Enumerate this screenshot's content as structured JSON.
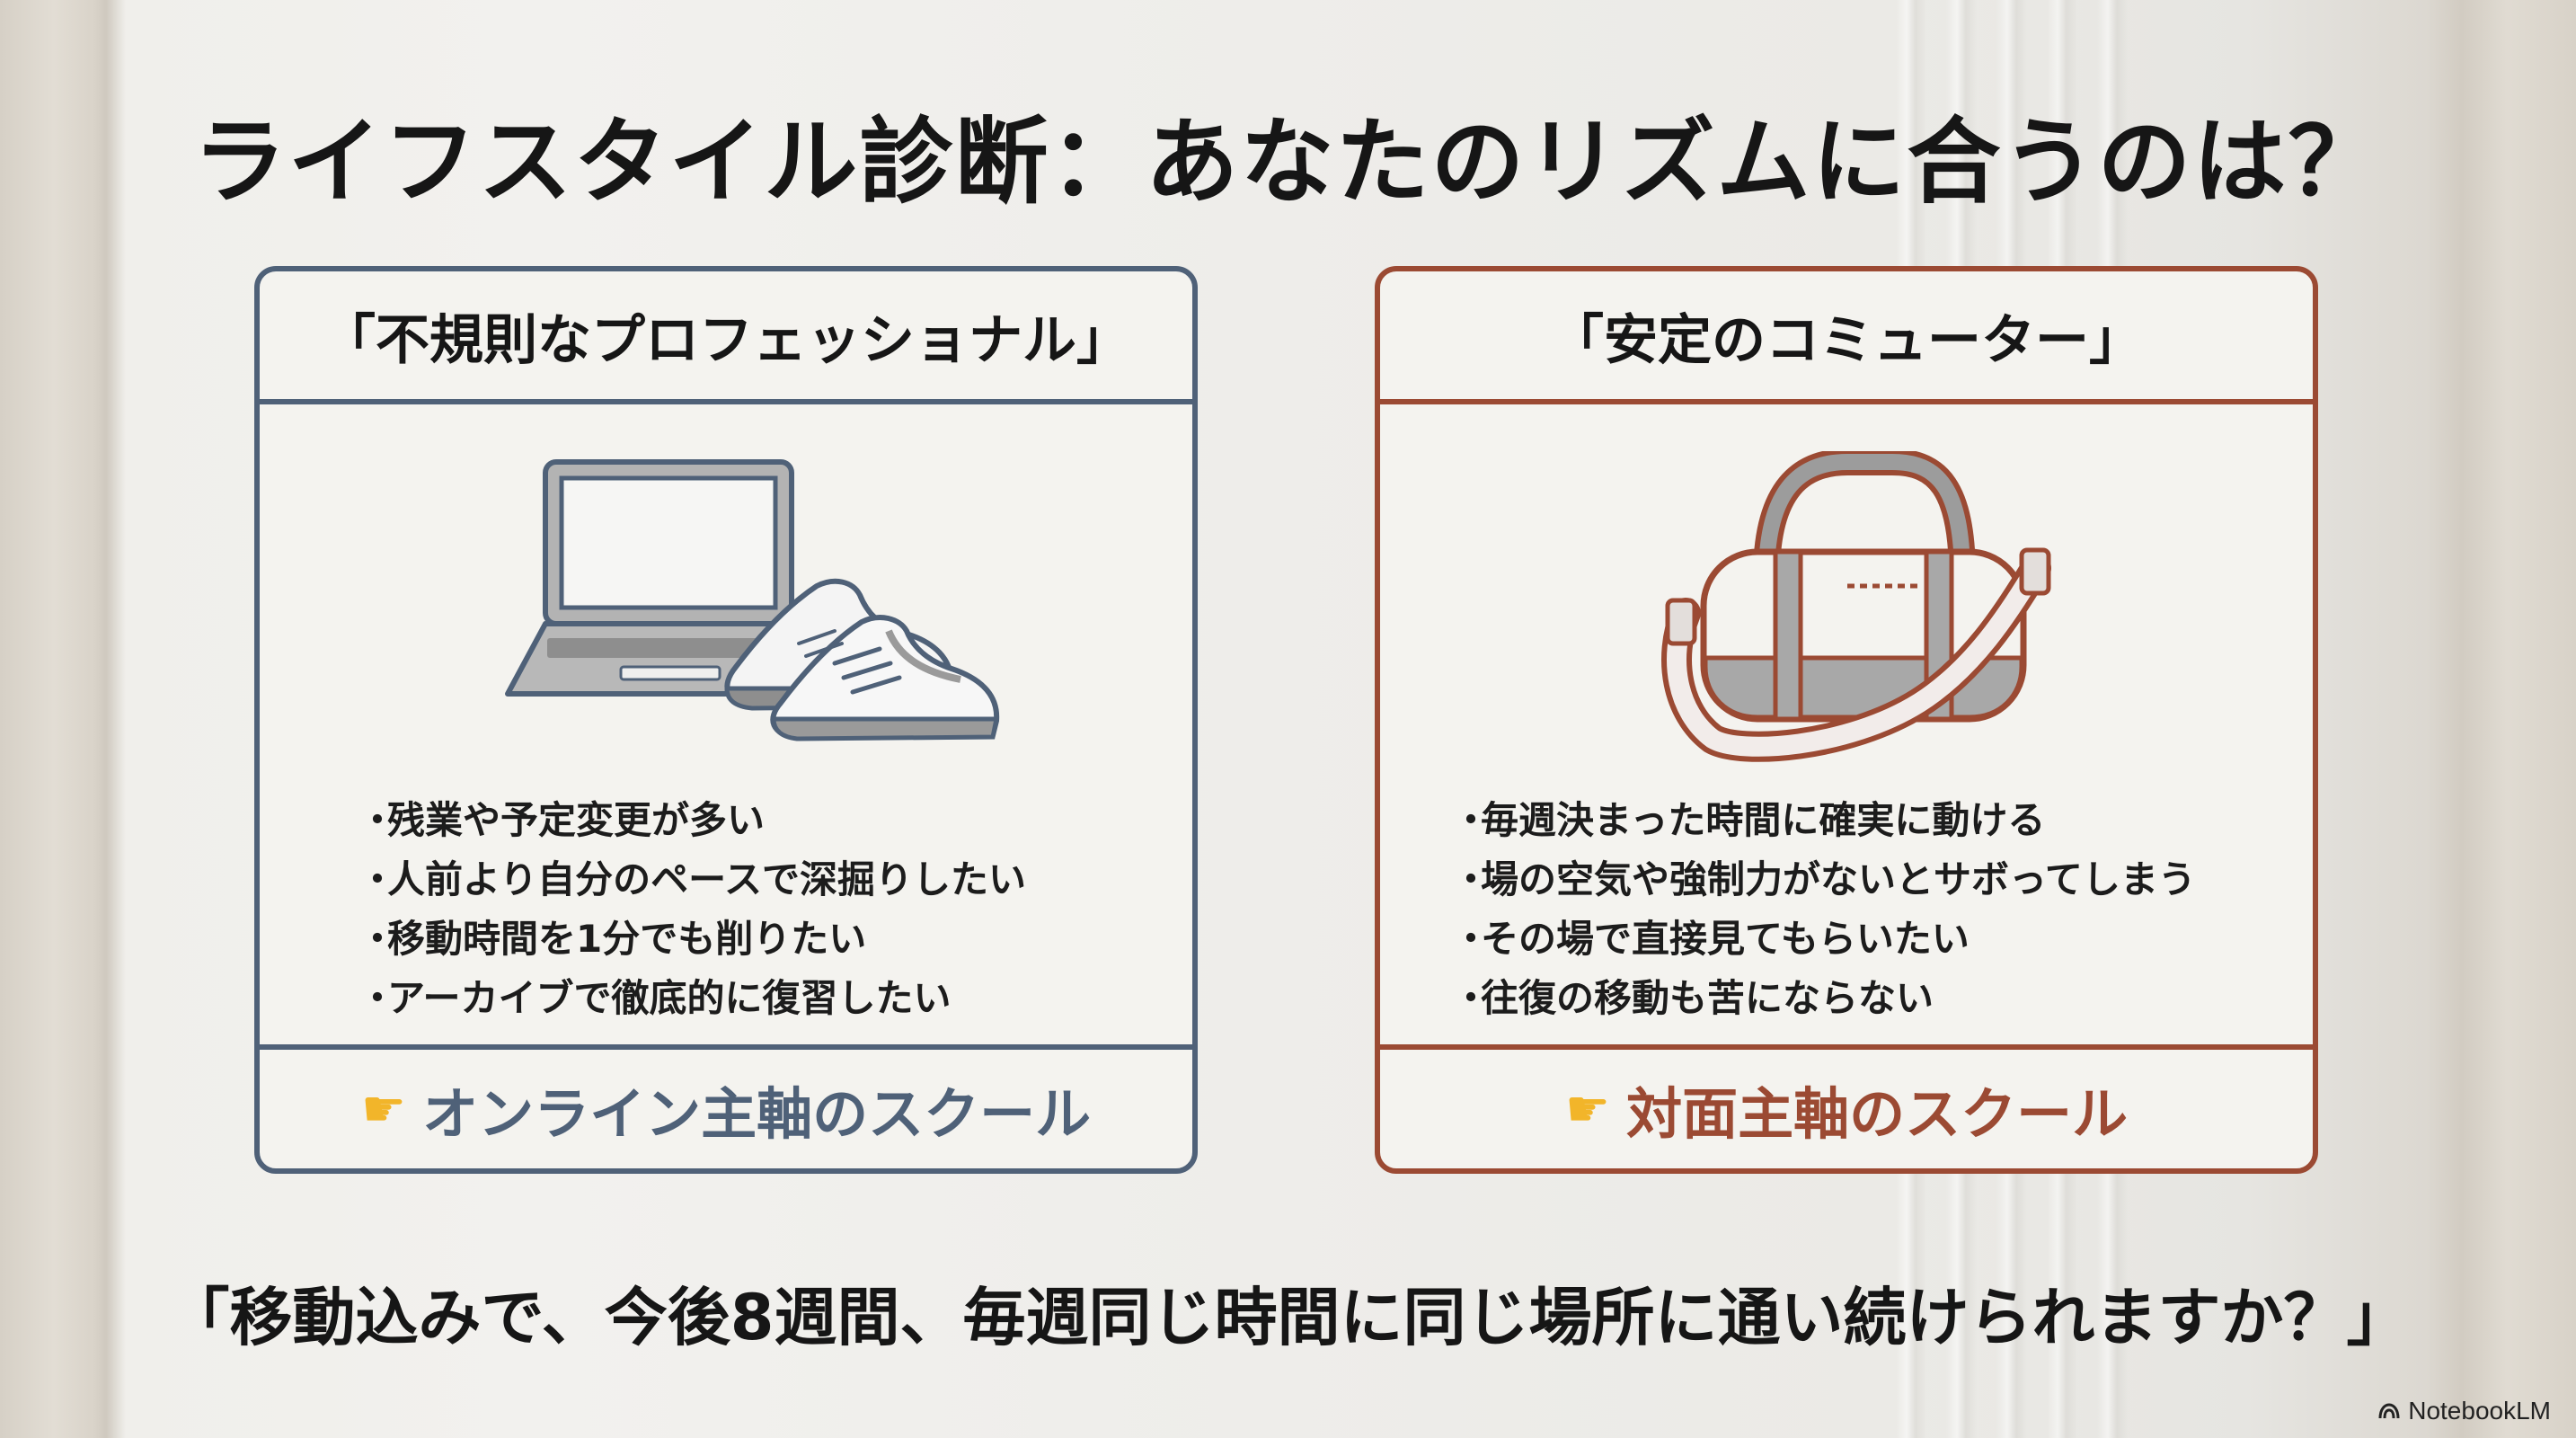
{
  "title": "ライフスタイル診断：あなたのリズムに合うのは？",
  "colors": {
    "online": "#4f6178",
    "offline": "#9b4a33",
    "hand": "#f2b52a"
  },
  "cards": [
    {
      "heading": "「不規則なプロフェッショナル」",
      "icons": [
        "laptop-icon",
        "sneakers-icon"
      ],
      "points": [
        "残業や予定変更が多い",
        "人前より自分のペースで深掘りしたい",
        "移動時間を1分でも削りたい",
        "アーカイブで徹底的に復習したい"
      ],
      "bullet": "・",
      "result_icon": "pointing-hand-icon",
      "result": "オンライン主軸のスクール"
    },
    {
      "heading": "「安定のコミューター」",
      "icons": [
        "duffel-bag-icon"
      ],
      "points": [
        "毎週決まった時間に確実に動ける",
        "場の空気や強制力がないとサボってしまう",
        "その場で直接見てもらいたい",
        "往復の移動も苦にならない"
      ],
      "bullet": "・",
      "result_icon": "pointing-hand-icon",
      "result": "対面主軸のスクール"
    }
  ],
  "question": "「移動込みで、今後8週間、毎週同じ時間に同じ場所に通い続けられますか？」",
  "watermark": "NotebookLM"
}
